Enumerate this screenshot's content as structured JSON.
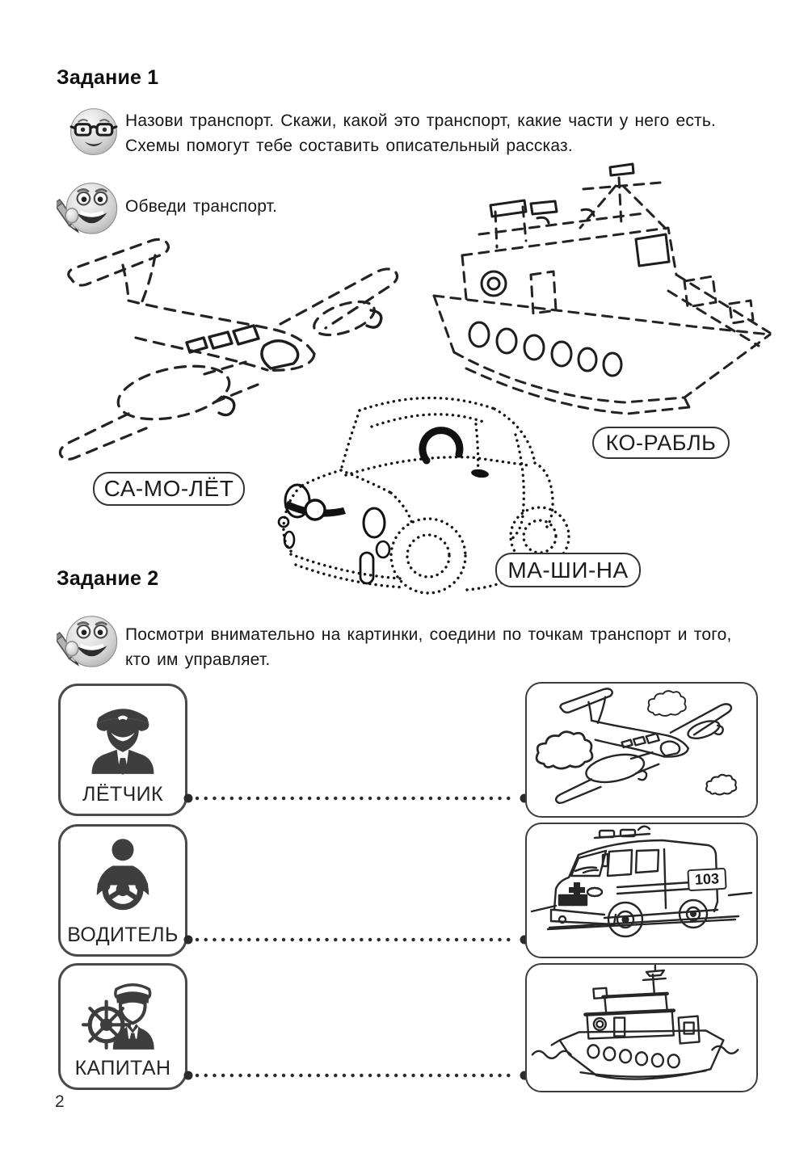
{
  "colors": {
    "ink": "#1f1f1f",
    "icon_gray": "#3e3e3e",
    "border_gray": "#3d3d3d"
  },
  "page": {
    "number": "2"
  },
  "task1": {
    "heading": "Задание 1",
    "speak_instruction_line1": "Назови транспорт. Скажи, какой это транспорт, какие части у него есть.",
    "speak_instruction_line2": "Схемы помогут тебе составить описательный рассказ.",
    "trace_instruction": "Обведи транспорт.",
    "labels": {
      "plane": "СА-МО-ЛЁТ",
      "ship": "КО-РАБЛЬ",
      "car": "МА-ШИ-НА"
    }
  },
  "task2": {
    "heading": "Задание 2",
    "instruction_line1": "Посмотри внимательно на картинки, соедини по точкам транспорт и того,",
    "instruction_line2": "кто им управляет.",
    "professions": [
      {
        "label": "ЛЁТЧИК",
        "icon": "pilot-icon",
        "picture": "airplane"
      },
      {
        "label": "ВОДИТЕЛЬ",
        "icon": "driver-icon",
        "picture": "ambulance",
        "ambulance_number": "103"
      },
      {
        "label": "КАПИТАН",
        "icon": "captain-icon",
        "picture": "ship"
      }
    ]
  }
}
